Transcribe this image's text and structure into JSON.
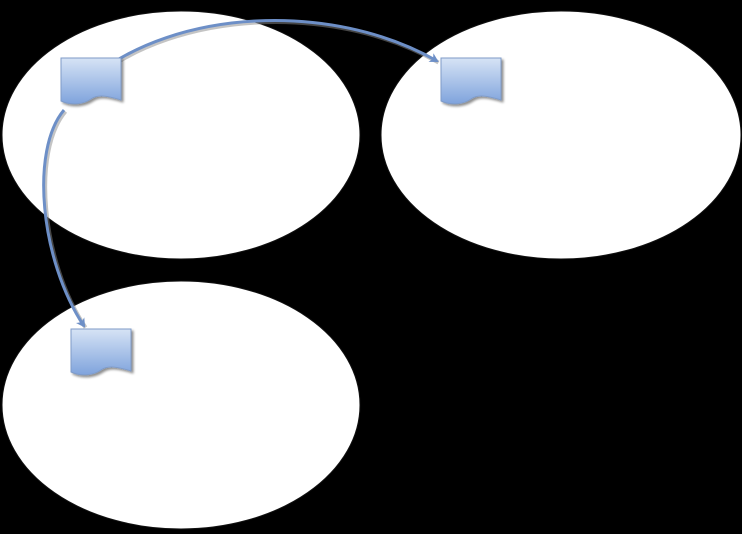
{
  "diagram": {
    "background_color": "#000000",
    "ellipse_fill": "#ffffff",
    "ellipse_stroke": "#111111",
    "document_gradient_top": "#d6e3f5",
    "document_gradient_bottom": "#7fa3dc",
    "document_stroke": "#7f9bc8",
    "document_shadow": "#5a5a5a",
    "connector_color": "#6d8fc7",
    "connector_shadow": "#8a8a8a",
    "groups": [
      {
        "name": "group-top-left",
        "shape": "ellipse",
        "contains": "document-icon"
      },
      {
        "name": "group-top-right",
        "shape": "ellipse",
        "contains": "document-icon"
      },
      {
        "name": "group-bottom-left",
        "shape": "ellipse",
        "contains": "document-icon"
      }
    ],
    "connectors": [
      {
        "from": "group-top-left",
        "to": "group-top-right",
        "arrowhead": "end"
      },
      {
        "from": "group-top-left",
        "to": "group-bottom-left",
        "arrowhead": "end"
      }
    ]
  }
}
